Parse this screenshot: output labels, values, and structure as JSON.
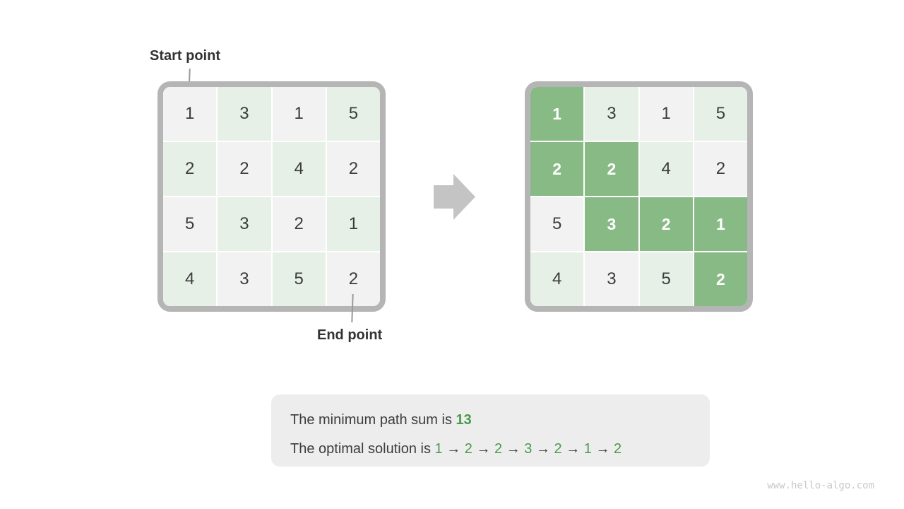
{
  "figure": {
    "start_label": "Start point",
    "end_label": "End point",
    "watermark": "www.hello-algo.com"
  },
  "grids": {
    "values": [
      [
        1,
        3,
        1,
        5
      ],
      [
        2,
        2,
        4,
        2
      ],
      [
        5,
        3,
        2,
        1
      ],
      [
        4,
        3,
        5,
        2
      ]
    ],
    "right_path_cells": [
      [
        0,
        0
      ],
      [
        1,
        0
      ],
      [
        1,
        1
      ],
      [
        2,
        1
      ],
      [
        2,
        2
      ],
      [
        2,
        3
      ],
      [
        3,
        3
      ]
    ]
  },
  "summary": {
    "line1_prefix": "The minimum path sum is ",
    "line1_value": "13",
    "line2_prefix": "The optimal solution is ",
    "path_values": [
      1,
      2,
      2,
      3,
      2,
      1,
      2
    ],
    "arrow_symbol": "→"
  },
  "colors": {
    "grid_border": "#b5b5b5",
    "cell_gray": "#f2f2f2",
    "cell_green_light": "#e6f0e6",
    "cell_green": "#87ba85",
    "digit": "#3c3c3c",
    "path_digit": "#ffffff",
    "label_text": "#333333",
    "leader_line": "#999999",
    "arrow": "#c4c4c4",
    "box_bg": "#ededed",
    "box_text": "#3d3d3d",
    "green_text": "#4a9a4a",
    "watermark": "#c9c9c9"
  }
}
